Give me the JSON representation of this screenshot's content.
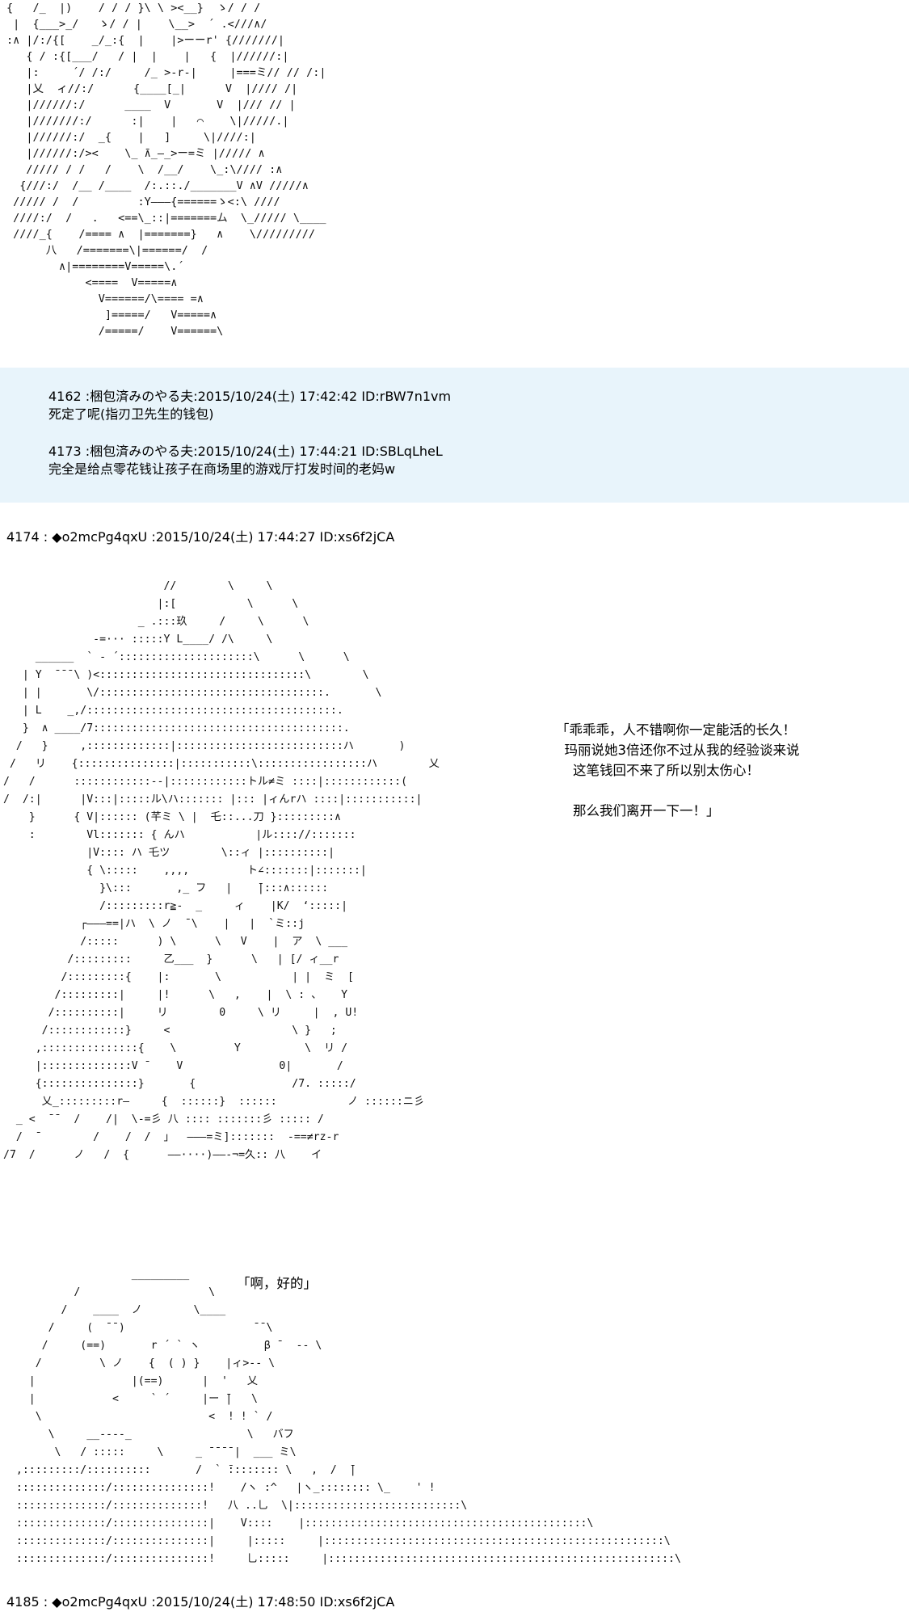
{
  "art": {
    "top": "{   /_  |)    / / / }\\ \\ ><__}  ゝ/ / /\n |  {___>_/   ゝ/ / |    \\__>  ´ .<///∧/\n:∧ |/:/{[    _/_:{  |    |>ーーr' {///////|\n   { / :{[___/   / |  |    |   {  |//////:|\n   |:     ´/ /:/     /_ >-r-|     |===ミ// // /:|\n   |乂  ィ//:/      {____[_|      V  |//// /|\n   |//////:/      ____  V       V  |/// // |\n   |///////:/      :|    |   ⌒    \\|/////.|\n   |//////:/  _{    |   ]     \\|////:|\n   |//////:/><    \\_ ̄∧_—_>ー=ミ |///// ∧\n   ///// / /   /    \\  /__/    \\_:\\//// :∧\n  {///:/  /__ /____  /:.::./_______V ∧V /////∧\n ///// /  /         :Y———{======ゝ<:\\ ////\n ////:/  /   .   <==\\_::|=======ム  \\_///// \\____\n ////_{    /==== ∧  |=======}   ∧    \\/////////\n      八   /=======\\|======/  /\n        ∧|========V=====\\.´\n            <====  V=====∧\n              V======/\\==== =∧\n               ]=====/   V=====∧\n              /=====/    V======\\",
    "mid": "                         //        \\     \\\n                        |:[           \\      \\\n                     _ .:::玖     /     \\      \\\n              -=··· :::::Y L____/ /\\     \\\n     ______  ` - ´:::::::::::::::::::::\\      \\      \\\n   | Y  ̄ ̄ ̄ \\ )<::::::::::::::::::::::::::::::::\\        \\\n   | |       \\/:::::::::::::::::::::::::::::::::::.       \\\n   | L    _,/:::::::::::::::::::::::::::::::::::::::.\n   }  ∧ ____/7:::::::::::::::::::::::::::::::::::::::.\n  /   }     ,:::::::::::::|::::::::::::::::::::::::::ハ       )\n /   リ    {:::::::::::::::|:::::::::::\\:::::::::::::::::ハ        乂\n/   /      ::::::::::::-‐|::::::::::::トル≠ミ ::::|::::::::::::(\n/  /:|      |V:::|:::::ル\\ハ::::::: |::: |ィんrハ ::::|:::::::::::|\n    }      { V|:::::: (芊ミ \\ |  乇::...刀 }:::::::::∧\n    :        Vl::::::: { んハ           |ル:::://:::::::\n             |V:::: ハ 乇ツ        \\::ィ |::::::::::|\n             { \\:::::    ,,,,         ト∠:::::::|:::::::|\n               }\\:::       ,_ フ   |    ̄|:::∧::::::\n               /:::::::::r≧-  _     ィ    |K/  ‘:::::|\n            ┌———==|ハ  \\ ノ  ̄ \\    |   |  `ミ::j\n            /:::::      ) \\      \\   V    |  ア  \\ ___\n          /:::::::::     乙___  }      \\   | [/ ィ__r\n         /:::::::::{    |:       \\           | |  ミ  [\n        /:::::::::|     |!      \\   ,    |  \\ : 、   Y\n       /::::::::::|     リ        0     \\ リ     |  , U!\n      /::::::::::::}     <                   \\ }   ;\n     ,:::::::::::::::{    \\         Y          \\  リ /\n     |::::::::::::::V ̄     V               0|       /\n     {:::::::::::::::}       {               /7. :::::/\n      乂_:::::::::r—     {  ::::::}  ::::::           ノ ::::::ニ彡\n  _ <  ̄ ̄   /    /|  \\-=彡 八 :::: :::::::彡 ::::: /\n  /  ̄         /    /  /  」  ———=ミ]:::::::  -==≠rz-r\n/7  /      ノ   /  {      ——····)——‐¬=久:: 八    イ",
    "bot": "                    _________\n           /                    \\\n         /    ____  ノ        \\____\n       /     (  ̄ ̄ )                    ̄ ̄ \\\n      /     (==)       r ´ ` ヽ          β ̄   -- \\\n     /         \\ ノ    {  ( ) }    |ィ>-- \\\n    |               |(==)      |  '   乂\n    |            <     ` ´     |ー ̄|   \\\n     \\                          <  ! ! ` /\n       \\     __----_                  \\   バフ\n        \\   / :::::     \\     _ ̄ ̄ ̄ ̄ |  ___ ミ\\\n  ,:::::::::/::::::::::       /  ` ̄:::::::: \\   ,  /  ̄|\n  ::::::::::::::/:::::::::::::::!    /ヽ :^   |ヽ_:::::::: \\_    ' !\n  ::::::::::::::/::::::::::::::!   八 ..乚  \\|::::::::::::::::::::::::::\\\n  ::::::::::::::/:::::::::::::::|    V::::    |::::::::::::::::::::::::::::::::::::::::::::\\\n  ::::::::::::::/:::::::::::::::|     |:::::     |:::::::::::::::::::::::::::::::::::::::::::::::::::::\\\n  ::::::::::::::/:::::::::::::::!     乚:::::     |::::::::::::::::::::::::::::::::::::::::::::::::::::::\\"
  },
  "quote": {
    "posts": [
      {
        "header": "4162 :梱包済みのやる夫:2015/10/24(土) 17:42:42 ID:rBW7n1vm",
        "body": "死定了呢(指刃卫先生的钱包)"
      },
      {
        "header": "4173 :梱包済みのやる夫:2015/10/24(土) 17:44:21 ID:SBLqLheL",
        "body": "完全是给点零花钱让孩子在商场里的游戏厅打发时间的老妈w"
      }
    ]
  },
  "posts": {
    "p4174": {
      "header": "4174 : ◆o2mcPg4qxU :2015/10/24(土) 17:44:27 ID:xs6f2jCA"
    },
    "p4185": {
      "header": "4185 : ◆o2mcPg4qxU :2015/10/24(土) 17:48:50 ID:xs6f2jCA"
    }
  },
  "speech": {
    "s1": "「乖乖乖，人不错啊你一定能活的长久！\n  玛丽说她3倍还你不过从我的经验谈来说\n    这笔钱回不来了所以别太伤心！\n\n    那么我们离开一下一！」",
    "s2": "「啊，好的」"
  },
  "colors": {
    "quote_background": "#e8f4fb",
    "text": "#000000"
  }
}
